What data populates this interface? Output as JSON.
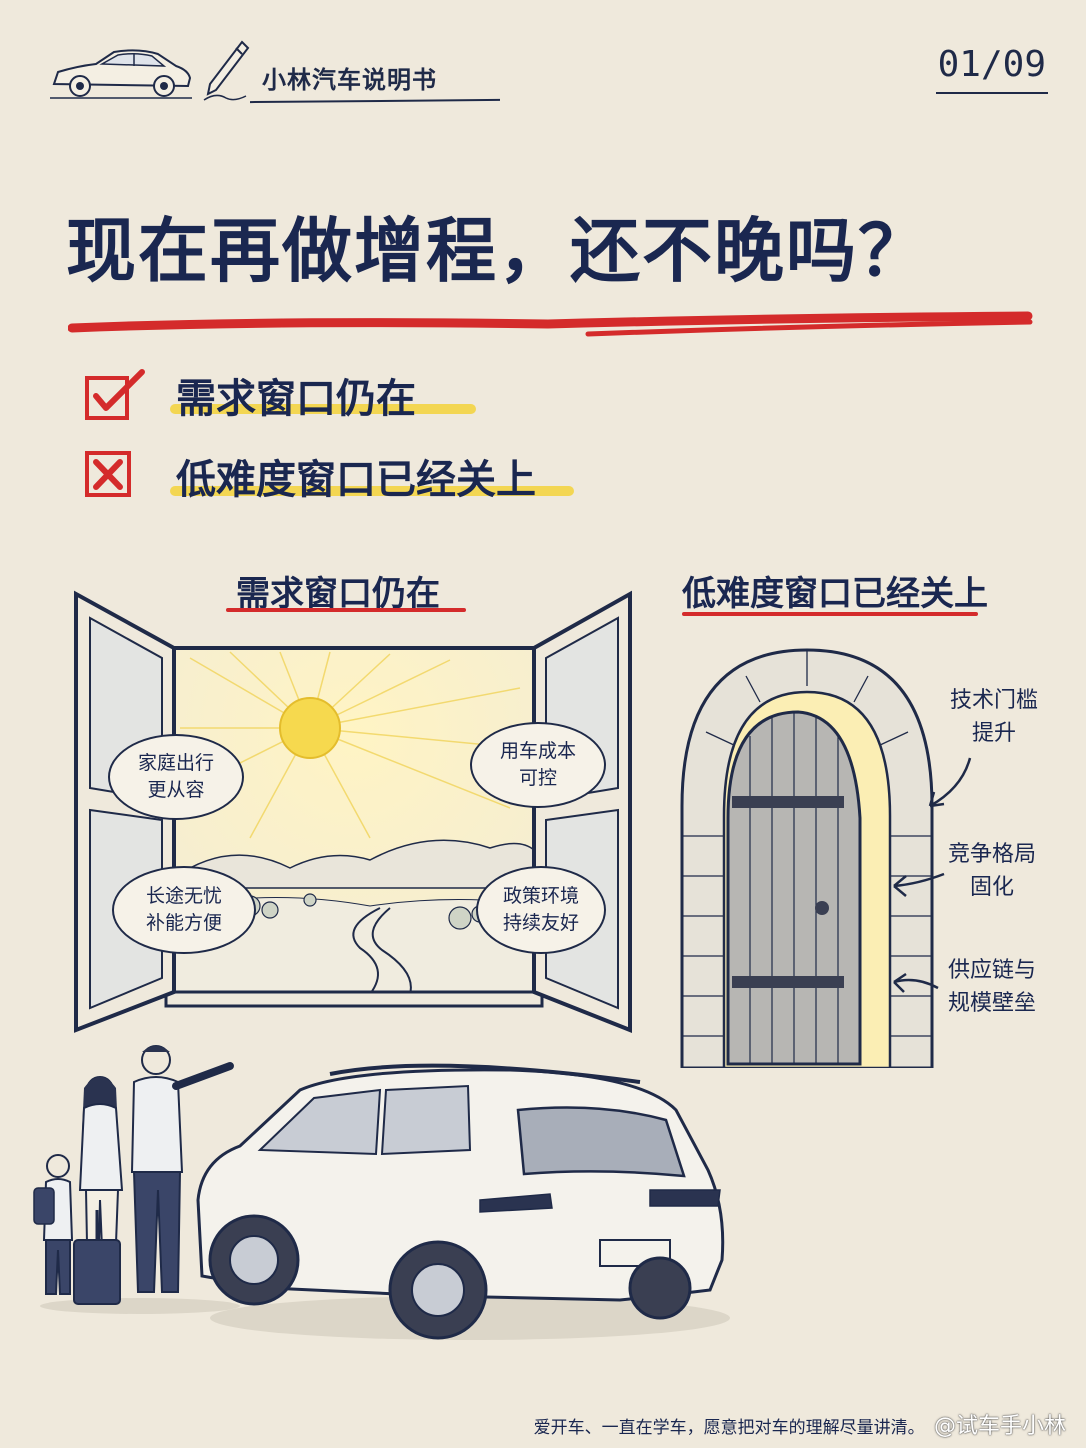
{
  "header": {
    "brand": "小林汽车说明书",
    "page_number": "01/09"
  },
  "title": "现在再做增程，还不晚吗？",
  "checklist": {
    "yes_label": "需求窗口仍在",
    "no_label": "低难度窗口已经关上"
  },
  "left_section": {
    "title": "需求窗口仍在",
    "bubbles": [
      "家庭出行\n更从容",
      "用车成本\n可控",
      "长途无忧\n补能方便",
      "政策环境\n持续友好"
    ]
  },
  "right_section": {
    "title": "低难度窗口已经关上",
    "notes": [
      "技术门槛\n提升",
      "竞争格局\n固化",
      "供应链与\n规模壁垒"
    ]
  },
  "footer": {
    "slogan": "爱开车、一直在学车，愿意把对车的理解尽量讲清。",
    "watermark": "@试车手小林"
  },
  "colors": {
    "ink": "#1f2a48",
    "accent_red": "#d42b2b",
    "highlight_yellow": "#f3d23a",
    "paper": "#efe9dc"
  }
}
